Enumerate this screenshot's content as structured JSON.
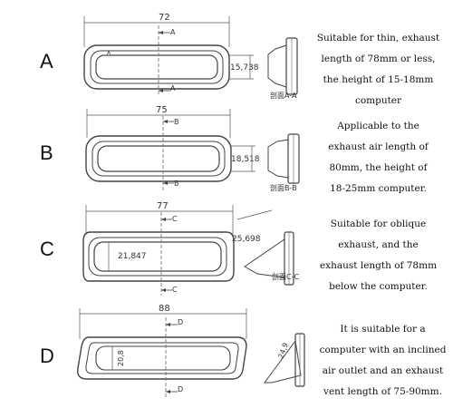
{
  "variants": [
    {
      "letter": "A",
      "width": "72",
      "height": "15,738",
      "mark": "A",
      "corner_mark": "A",
      "section": "剖面A-A",
      "desc": [
        "Suitable for thin, exhaust",
        "length of 78mm or less,",
        "the height of 15-18mm",
        "computer"
      ]
    },
    {
      "letter": "B",
      "width": "75",
      "height": "18,518",
      "mark": "B",
      "section": "剖面B-B",
      "desc": [
        "Applicable to the",
        "exhaust air length of",
        "80mm, the height of",
        "18-25mm computer."
      ]
    },
    {
      "letter": "C",
      "width": "77",
      "height": "21,847",
      "angle_dim": "25,698",
      "mark": "C",
      "section": "剖面C-C",
      "desc": [
        "Suitable for oblique",
        "exhaust, and the",
        "exhaust length of 78mm",
        "below the computer."
      ]
    },
    {
      "letter": "D",
      "width": "88",
      "height": "20,8",
      "angle_dim": "24,9",
      "mark": "D",
      "desc": [
        "It is suitable for a",
        "computer with an inclined",
        "air outlet and an exhaust",
        "vent length of 75-90mm."
      ]
    }
  ]
}
